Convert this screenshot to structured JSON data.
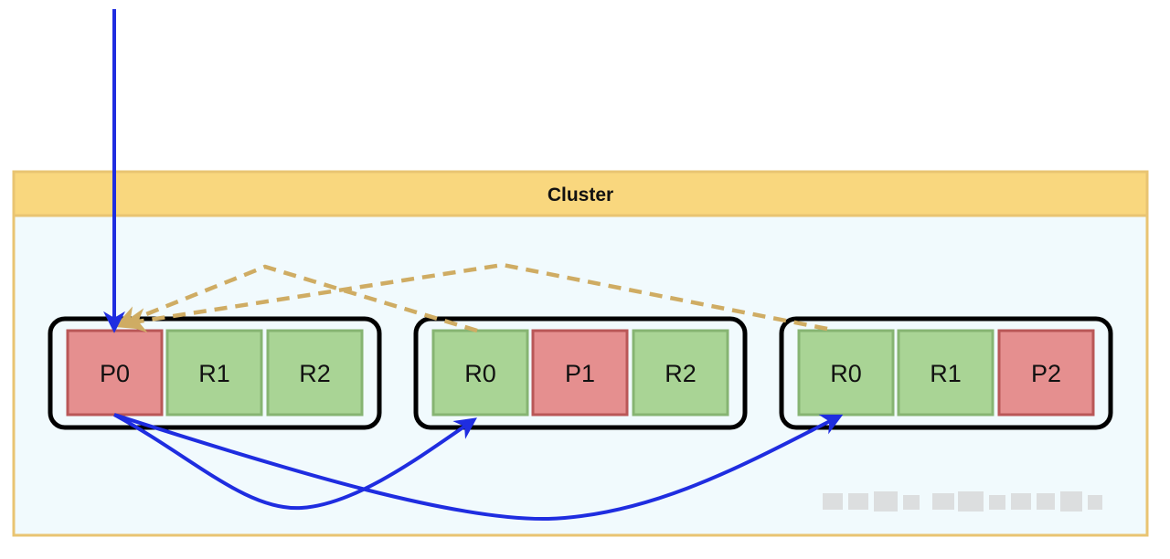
{
  "cluster": {
    "title": "Cluster"
  },
  "nodes": [
    {
      "cells": [
        {
          "label": "P0",
          "role": "primary"
        },
        {
          "label": "R1",
          "role": "replica"
        },
        {
          "label": "R2",
          "role": "replica"
        }
      ]
    },
    {
      "cells": [
        {
          "label": "R0",
          "role": "replica"
        },
        {
          "label": "P1",
          "role": "primary"
        },
        {
          "label": "R2",
          "role": "replica"
        }
      ]
    },
    {
      "cells": [
        {
          "label": "R0",
          "role": "replica"
        },
        {
          "label": "R1",
          "role": "replica"
        },
        {
          "label": "P2",
          "role": "primary"
        }
      ]
    }
  ],
  "colors": {
    "header_fill": "#f9d77e",
    "header_border": "#e9c472",
    "body_fill": "#f1fafd",
    "primary_fill": "#e58f8f",
    "primary_border": "#b95757",
    "replica_fill": "#a9d495",
    "replica_border": "#86b472",
    "node_border": "#000000",
    "write_arrow": "#1f2de0",
    "ack_arrow": "#cfac63"
  }
}
